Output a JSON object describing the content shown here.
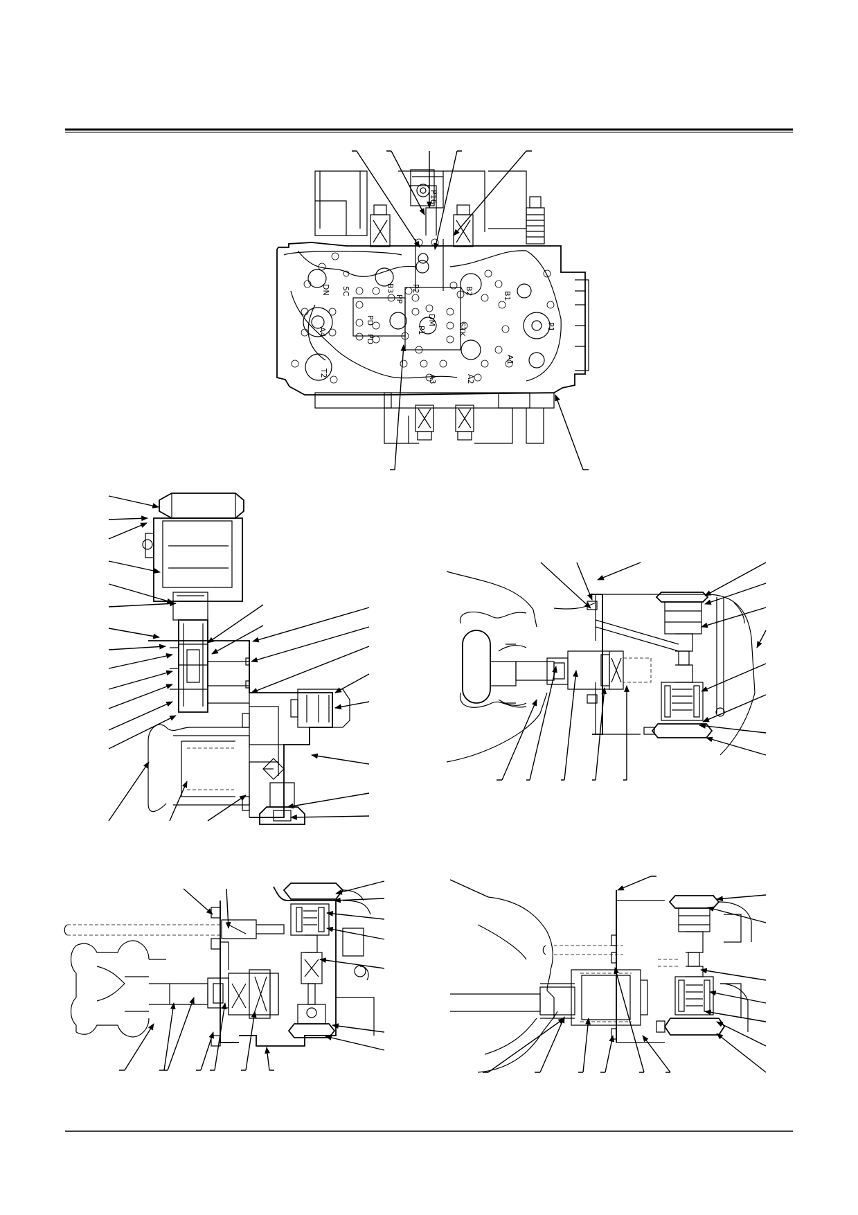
{
  "colors": {
    "ink": "#000000",
    "paper": "#ffffff"
  },
  "top_view": {
    "port_labels": [
      "P16",
      "DN",
      "SC",
      "B3",
      "A4",
      "T2",
      "PP",
      "PD",
      "PD",
      "DM",
      "P1",
      "P2",
      "B2",
      "B1",
      "A1",
      "A2",
      "A3",
      "STK",
      "P1"
    ]
  }
}
